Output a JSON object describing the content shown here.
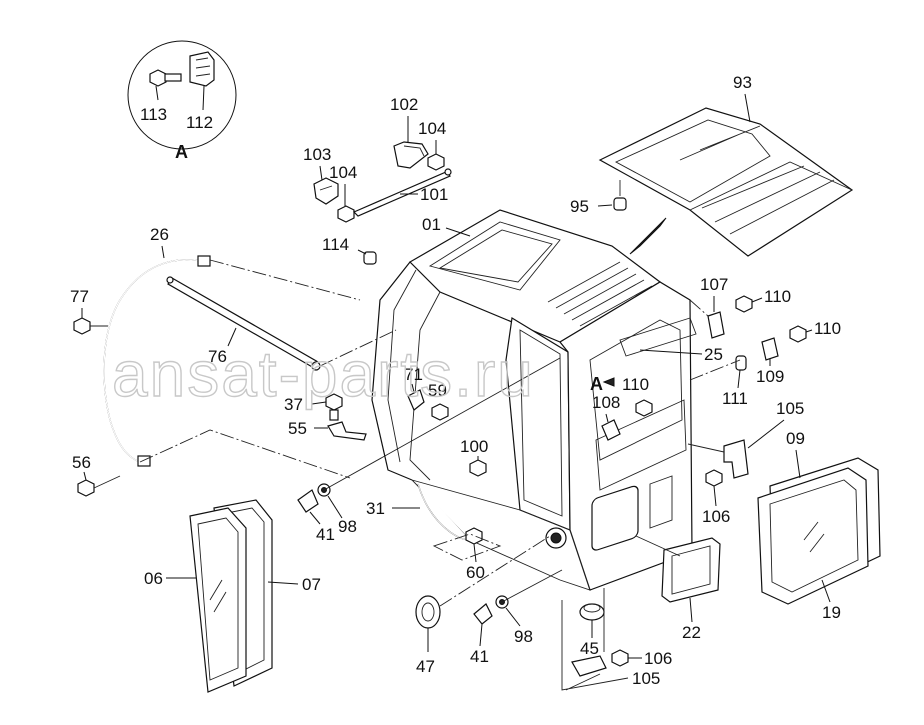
{
  "watermark": "ansat-parts.ru",
  "detail": {
    "letter": "A",
    "labels": [
      "113",
      "112"
    ]
  },
  "labels": {
    "l93": "93",
    "l95": "95",
    "l102": "102",
    "l104a": "104",
    "l103": "103",
    "l104b": "104",
    "l101": "101",
    "l01": "01",
    "l114": "114",
    "l26": "26",
    "l77": "77",
    "l76": "76",
    "l71": "71",
    "l37": "37",
    "l59": "59",
    "l55": "55",
    "l56": "56",
    "l100": "100",
    "l31": "31",
    "l41a": "41",
    "l98a": "98",
    "l60": "60",
    "l06": "06",
    "l07": "07",
    "l47": "47",
    "l41b": "41",
    "l98b": "98",
    "l45": "45",
    "l22": "22",
    "l107": "107",
    "l110a": "110",
    "l110b": "110",
    "l25": "25",
    "l109": "109",
    "l110c": "110",
    "lA": "A",
    "l108": "108",
    "l111": "111",
    "l105a": "105",
    "l09": "09",
    "l106a": "106",
    "l19": "19",
    "l106b": "106",
    "l105b": "105"
  }
}
